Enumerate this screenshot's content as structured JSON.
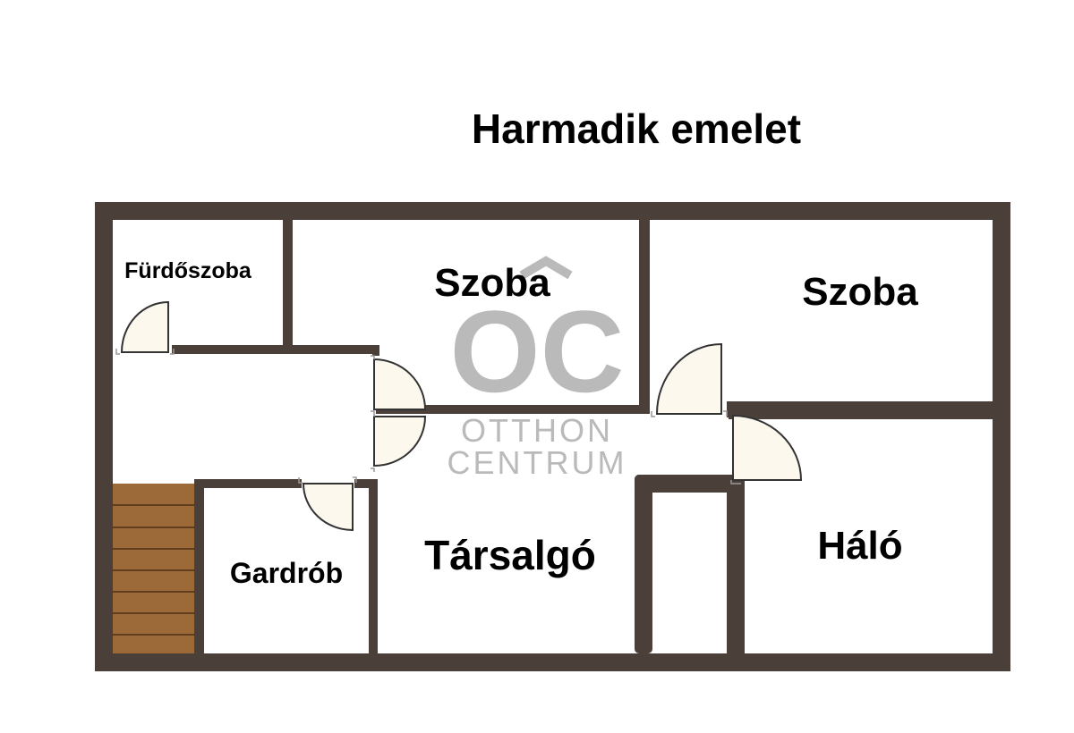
{
  "title": "Harmadik emelet",
  "rooms": {
    "bathroom": "Fürdőszoba",
    "room_1": "Szoba",
    "room_2": "Szoba",
    "wardrobe": "Gardrób",
    "lounge": "Társalgó",
    "bedroom": "Háló"
  },
  "watermark": {
    "initials": "OC",
    "line1": "OTTHON",
    "line2": "CENTRUM"
  },
  "colors": {
    "wall": "#4a3f39",
    "door_fill": "#fcf8ee",
    "stairs": "#9c6a38",
    "stairs_lines": "#5e3e1c",
    "watermark": "#b7b7b7",
    "background": "#ffffff"
  }
}
